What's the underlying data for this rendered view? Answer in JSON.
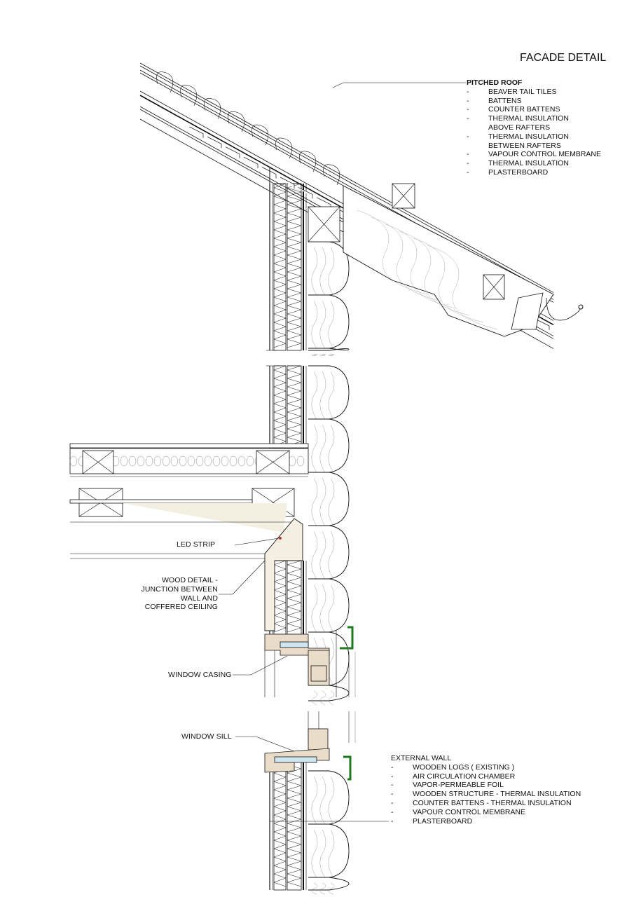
{
  "title": "FACADE DETAIL",
  "pitched_roof": {
    "heading": "PITCHED ROOF",
    "items": [
      "BEAVER TAIL TILES",
      "BATTENS",
      "COUNTER BATTENS",
      "THERMAL INSULATION\nABOVE RAFTERS",
      "THERMAL INSULATION\nBETWEEN RAFTERS",
      "VAPOUR CONTROL MEMBRANE",
      "THERMAL INSULATION",
      "PLASTERBOARD"
    ]
  },
  "external_wall": {
    "heading": "EXTERNAL WALL",
    "items": [
      "WOODEN LOGS ( EXISTING )",
      "AIR CIRCULATION CHAMBER",
      "VAPOR-PERMEABLE FOIL",
      "WOODEN STRUCTURE - THERMAL INSULATION",
      "COUNTER BATTENS - THERMAL INSULATION",
      "VAPOUR CONTROL MEMBRANE",
      "PLASTERBOARD"
    ]
  },
  "labels": {
    "led_strip": "LED STRIP",
    "wood_detail": [
      "WOOD DETAIL -",
      "JUNCTION BETWEEN",
      "WALL AND",
      "COFFERED CEILING"
    ],
    "window_casing": "WINDOW CASING",
    "window_sill": "WINDOW SILL"
  },
  "colors": {
    "line": "#111111",
    "green": "#1f7a1f",
    "wood": "#e9dcc8",
    "glass": "#cfe6ee",
    "light": "#f3f0e2"
  }
}
